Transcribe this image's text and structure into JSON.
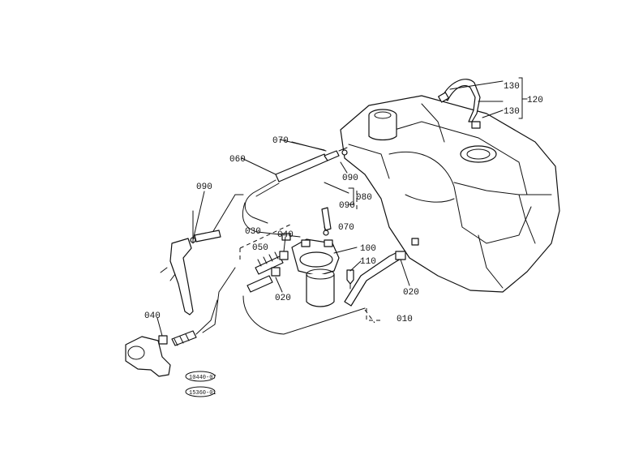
{
  "labels": {
    "p010": "010",
    "p020a": "020",
    "p020b": "020",
    "p030": "030",
    "p040a": "040",
    "p040b": "040",
    "p050": "050",
    "p060": "060",
    "p070a": "070",
    "p070b": "070",
    "p080": "080",
    "p090a": "090",
    "p090b": "090",
    "p090c": "090",
    "p100": "100",
    "p110": "110",
    "p120": "120",
    "p130a": "130",
    "p130b": "130"
  },
  "stamps": {
    "s1": "10440-07",
    "s2": "15360-01"
  }
}
